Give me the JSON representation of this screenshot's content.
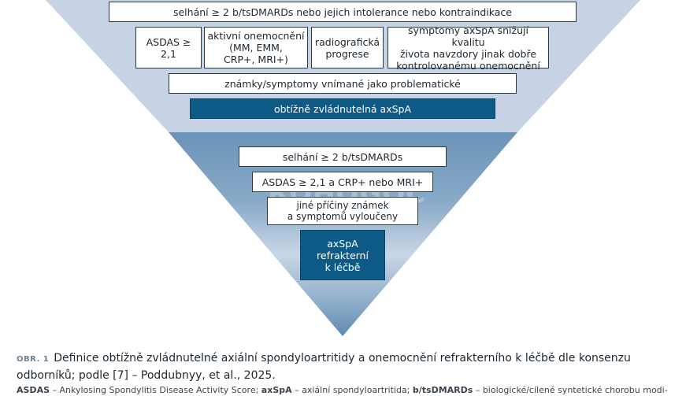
{
  "colors": {
    "outer_triangle": "#c7d3e4",
    "inner_triangle": "#6b93b8",
    "inner_band_light": "#c9d6e6",
    "dark_box": "#0d5a86"
  },
  "upper": {
    "failure": "selhání ≥ 2 b/tsDMARDs nebo jejich intolerance nebo kontraindikace",
    "criteria": [
      "ASDAS ≥ 2,1",
      "aktivní onemocnění\n(MM, EMM,\nCRP+, MRI+)",
      "radiografická\nprogrese",
      "symptomy axSpA snižují kvalitu\nživota navzdory jinak dobře\nkontrolovanému onemocnění"
    ],
    "symptoms": "známky/symptomy vnímané jako problematické",
    "result": "obtížně zvládnutelná axSpA"
  },
  "lower": {
    "failure": "selhání ≥ 2 b/tsDMARDs",
    "asdas": "ASDAS ≥ 2,1 a CRP+ nebo MRI+",
    "excluded": "jiné příčiny známek\na symptomů vyloučeny",
    "result": "axSpA\nrefrakterní\nk léčbě"
  },
  "watermark": "ROHOGOC",
  "caption": {
    "label": "OBR. 1",
    "text": "Definice obtížně zvládnutelné axiální spondyloartritidy a onemocnění refrakterního k léčbě dle konsenzu odborníků; podle [7] – Poddubnyy, et al., 2025."
  },
  "footnote": {
    "term1": "ASDAS",
    "def1": " – Ankylosing Spondylitis Disease Activity Score; ",
    "term2": "axSpA",
    "def2": " – axiální spondyloartritida; ",
    "term3": "b/tsDMARDs",
    "def3": " – biologické/cílené syntetické chorobu modi-"
  }
}
